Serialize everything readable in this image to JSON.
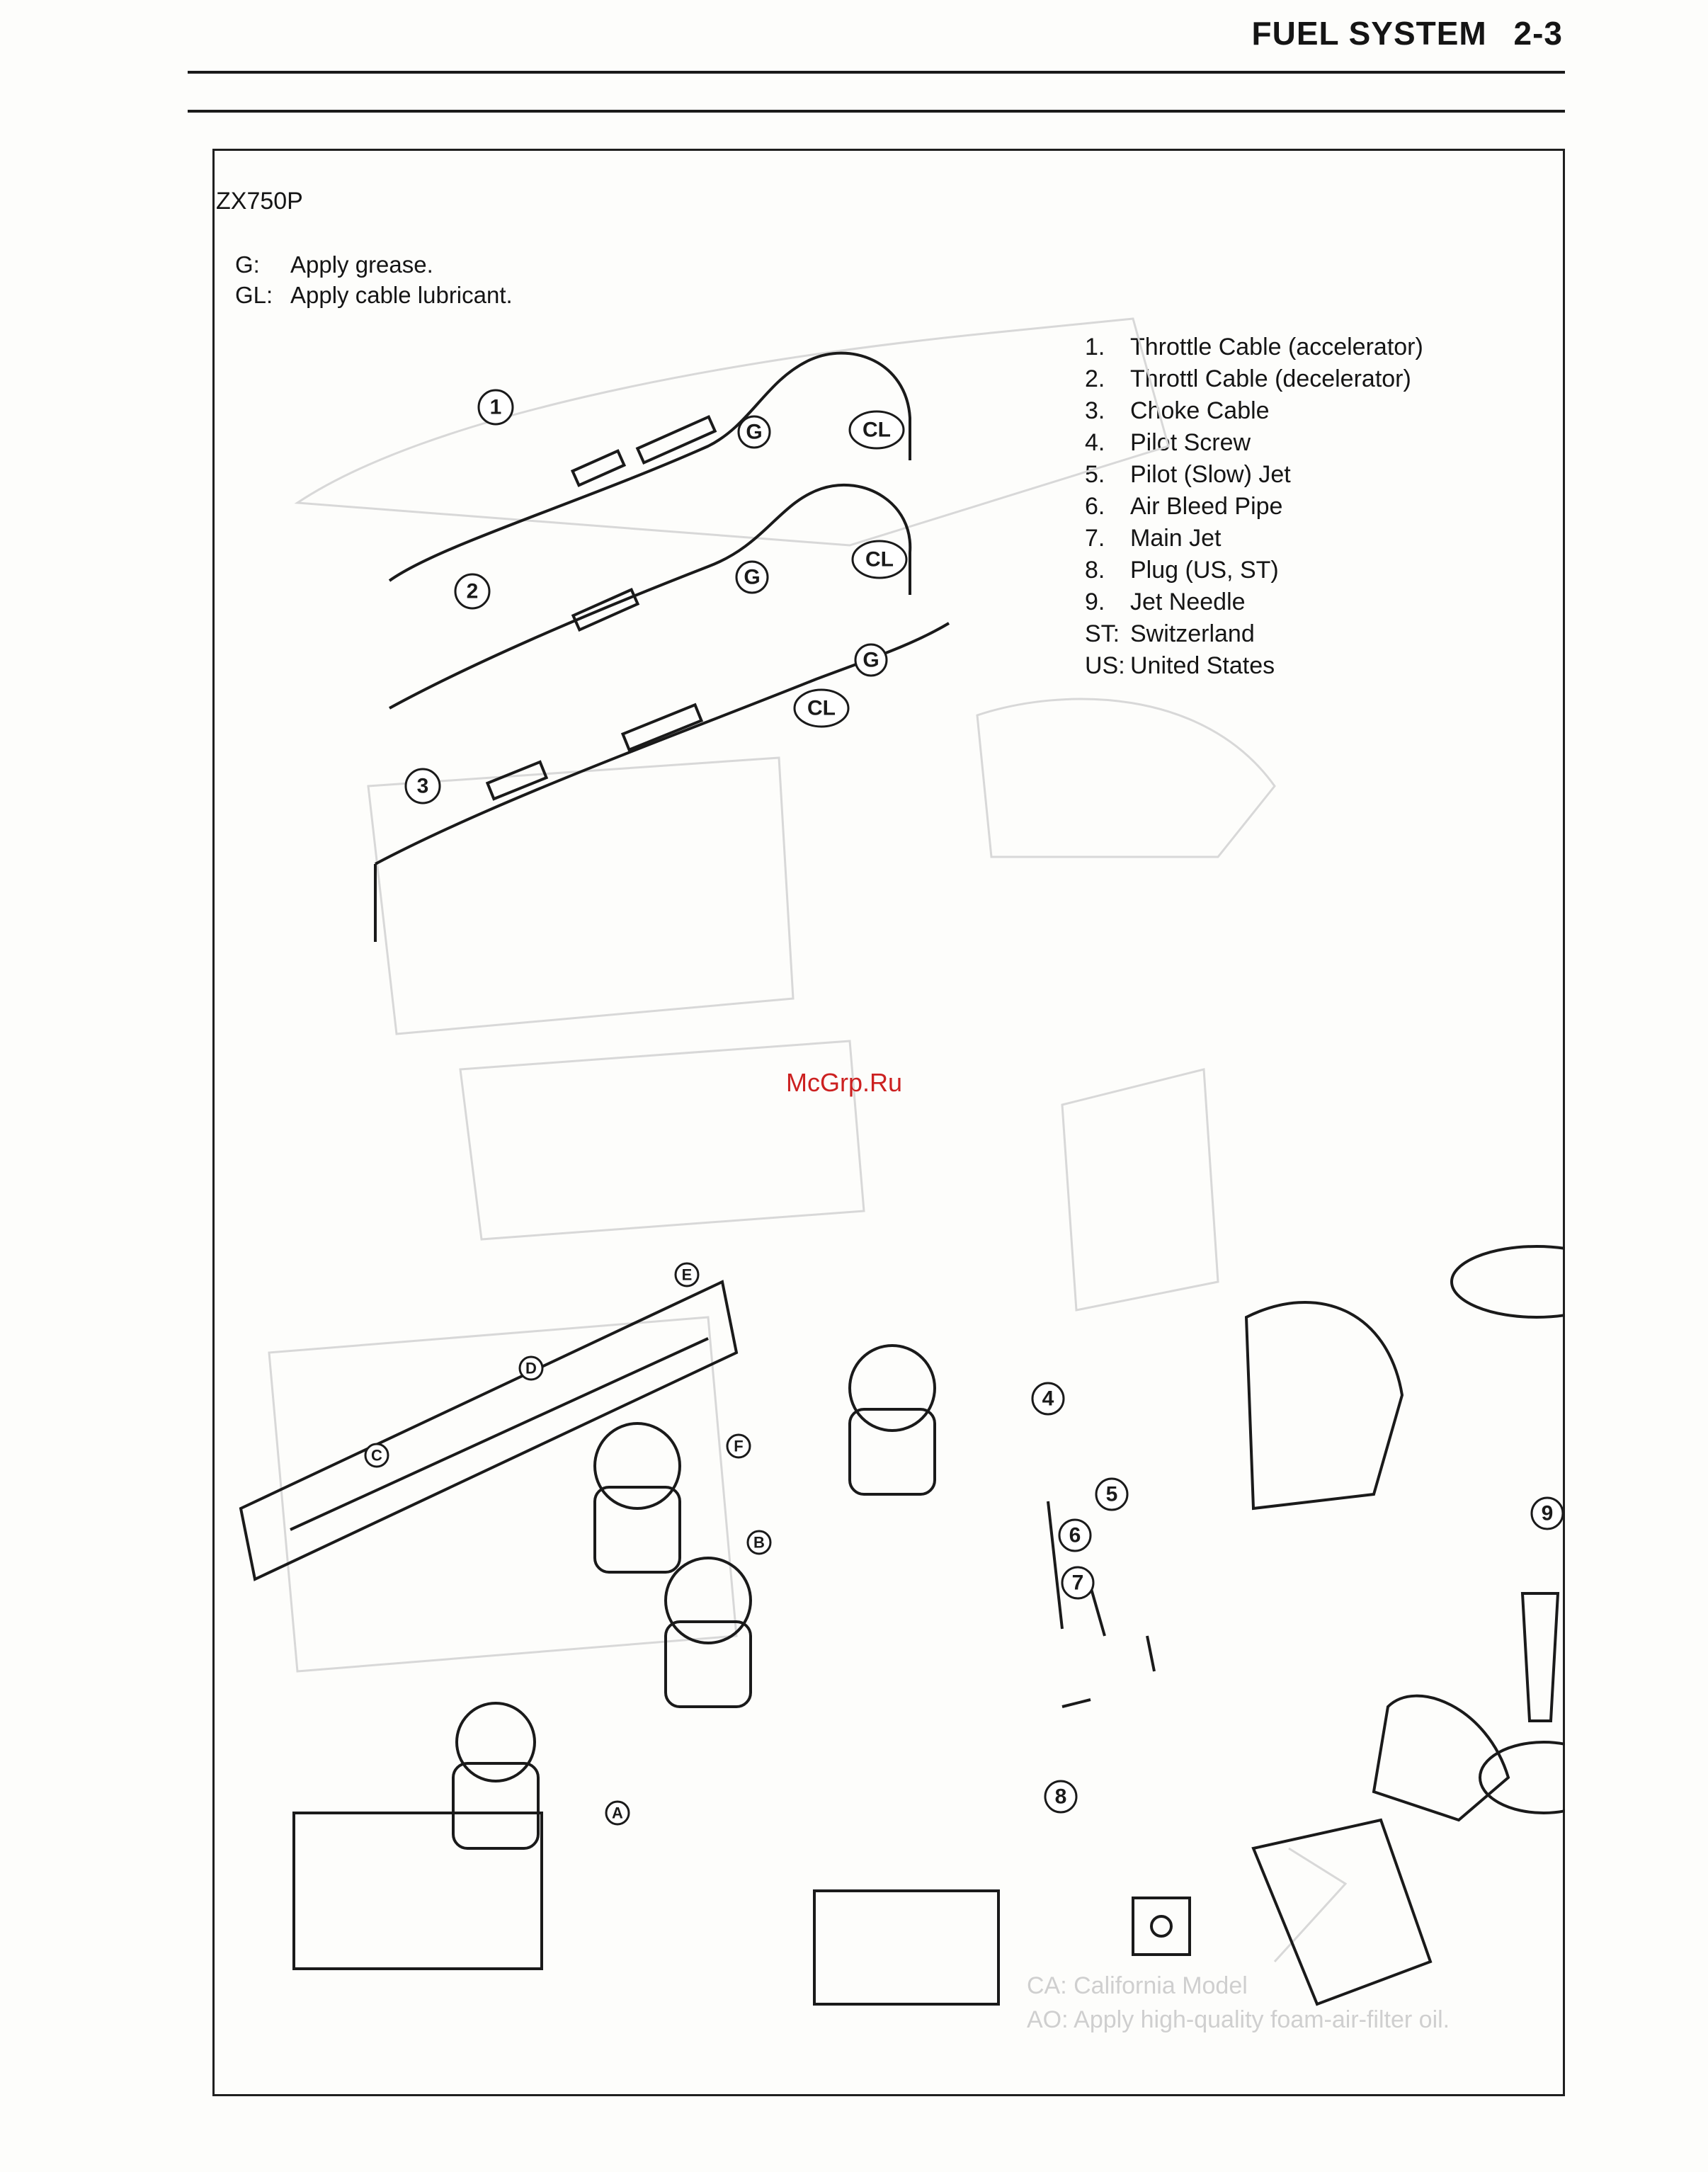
{
  "header": {
    "section": "FUEL SYSTEM",
    "page": "2-3"
  },
  "model": "ZX750P",
  "legend": [
    {
      "key": "G:",
      "text": "Apply grease."
    },
    {
      "key": "GL:",
      "text": "Apply cable lubricant."
    }
  ],
  "parts": [
    {
      "num": "1.",
      "name": "Throttle Cable (accelerator)"
    },
    {
      "num": "2.",
      "name": "Throttl Cable (decelerator)"
    },
    {
      "num": "3.",
      "name": "Choke Cable"
    },
    {
      "num": "4.",
      "name": "Pilot Screw"
    },
    {
      "num": "5.",
      "name": "Pilot (Slow) Jet"
    },
    {
      "num": "6.",
      "name": "Air Bleed Pipe"
    },
    {
      "num": "7.",
      "name": "Main Jet"
    },
    {
      "num": "8.",
      "name": "Plug (US, ST)"
    },
    {
      "num": "9.",
      "name": "Jet Needle"
    },
    {
      "num": "ST:",
      "name": "Switzerland"
    },
    {
      "num": "US:",
      "name": "United States"
    }
  ],
  "watermark": "McGrp.Ru",
  "ghost_text": [
    "CA: California Model",
    "AO: Apply high-quality foam-air-filter oil."
  ],
  "callouts": {
    "n1": "1",
    "n2": "2",
    "n3": "3",
    "n4": "4",
    "n5": "5",
    "n6": "6",
    "n7": "7",
    "n8": "8",
    "n9": "9",
    "g": "G",
    "cl": "CL",
    "a": "A",
    "b": "B",
    "c": "C",
    "d": "D",
    "e": "E",
    "f": "F"
  }
}
